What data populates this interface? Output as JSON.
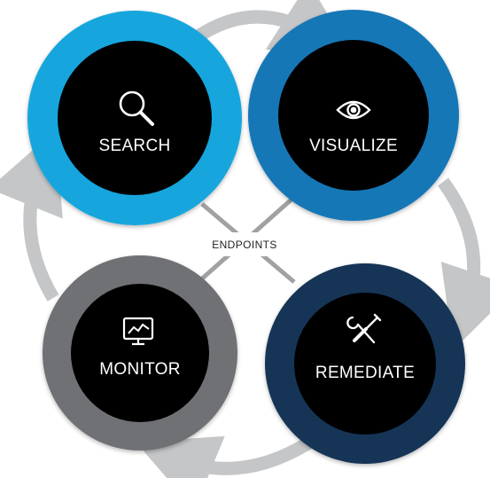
{
  "center": {
    "label": "ENDPOINTS"
  },
  "nodes": [
    {
      "id": "search",
      "label": "SEARCH",
      "icon": "search-icon",
      "ring_color": "#19a6dd"
    },
    {
      "id": "visualize",
      "label": "VISUALIZE",
      "icon": "eye-icon",
      "ring_color": "#1677b7"
    },
    {
      "id": "monitor",
      "label": "MONITOR",
      "icon": "monitor-chart-icon",
      "ring_color": "#6f7174"
    },
    {
      "id": "remediate",
      "label": "REMEDIATE",
      "icon": "wrench-screwdriver-icon",
      "ring_color": "#163556"
    }
  ],
  "colors": {
    "core": "#000000",
    "arrow": "#c4c6c8",
    "x_lines": "#9fa1a3"
  },
  "cycle_order": [
    "search",
    "visualize",
    "remediate",
    "monitor"
  ]
}
